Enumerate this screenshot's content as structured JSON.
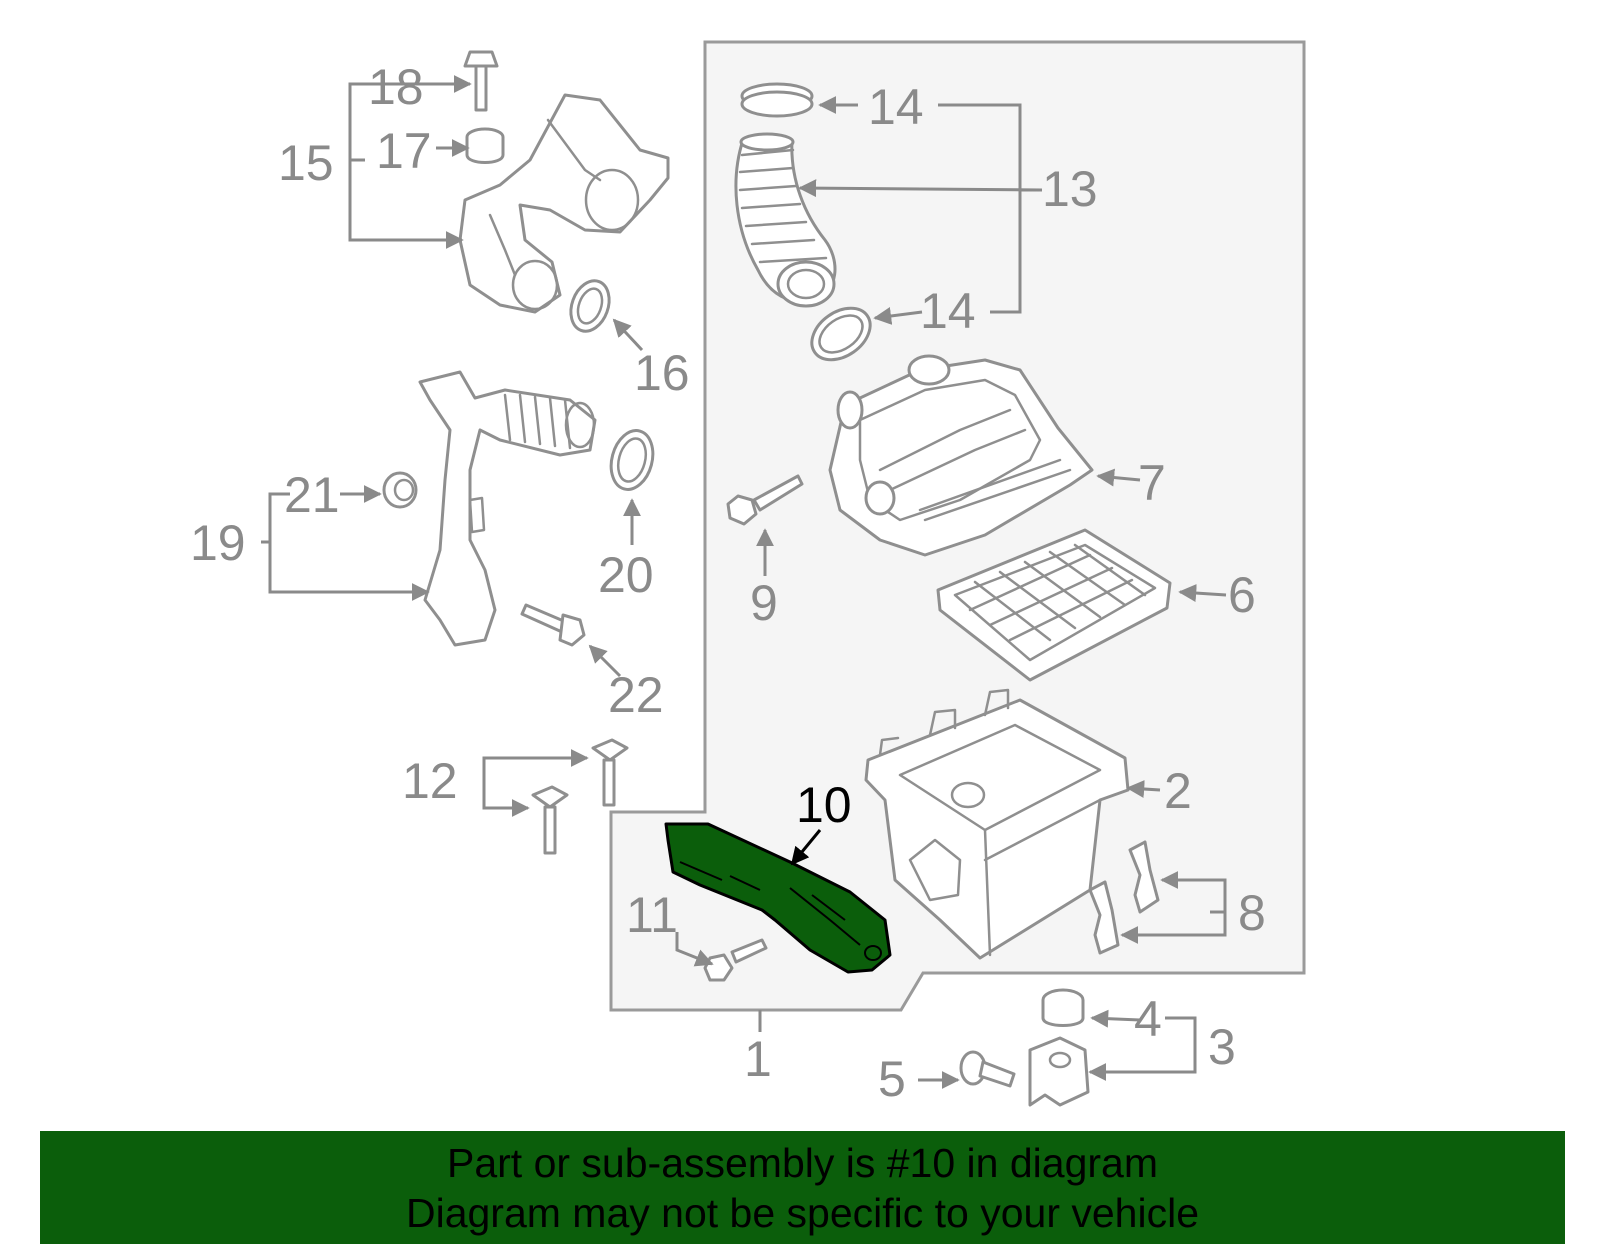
{
  "colors": {
    "highlight_part": "#0b5e0b",
    "banner_background": "#0b5e0b",
    "banner_text": "#000000",
    "callout_text": "#8a8a8a",
    "highlight_callout_text": "#000000",
    "assembly_box_fill": "#f5f5f5",
    "line_art": "#8f8f8f"
  },
  "highlighted_callout": "10",
  "callouts": [
    "1",
    "2",
    "3",
    "4",
    "5",
    "6",
    "7",
    "8",
    "9",
    "10",
    "11",
    "12",
    "13",
    "14",
    "15",
    "16",
    "17",
    "18",
    "19",
    "20",
    "21",
    "22"
  ],
  "banner": {
    "line1": "Part or sub-assembly is #10 in diagram",
    "line2": "Diagram may not be specific to your vehicle"
  }
}
